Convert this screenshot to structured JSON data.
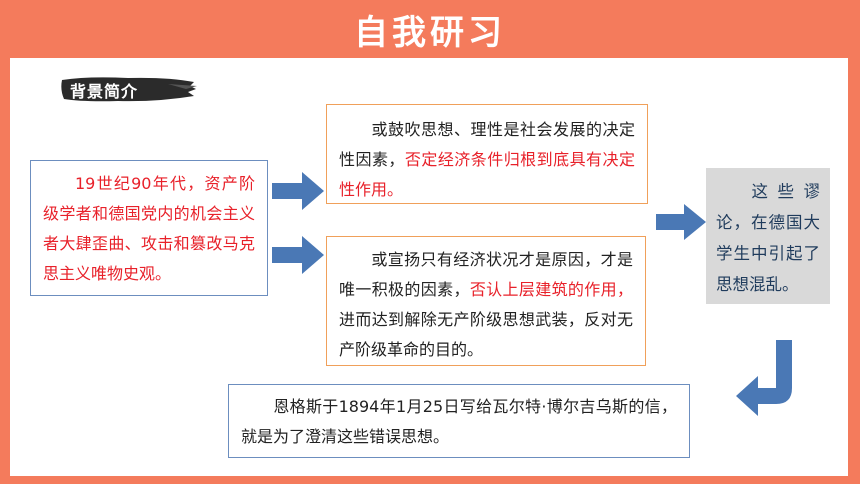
{
  "header": {
    "title": "自我研习"
  },
  "badge": {
    "label": "背景简介"
  },
  "left_box": {
    "text": "19世纪90年代，资产阶级学者和德国党内的机会主义者大肆歪曲、攻击和篡改马克思主义唯物史观。"
  },
  "top_box": {
    "text_before": "或鼓吹思想、理性是社会发展的决定性因素，",
    "text_highlight": "否定经济条件归根到底具有决定性作用。"
  },
  "middle_box": {
    "text_before": "或宣扬只有经济状况才是原因，才是唯一积极的因素，",
    "text_highlight": "否认上层建筑的作用，",
    "text_after": "进而达到解除无产阶级思想武装，反对无产阶级革命的目的。"
  },
  "right_box": {
    "text": "这些谬论，在德国大学生中引起了思想混乱。"
  },
  "bottom_box": {
    "text": "恩格斯于1894年1月25日写给瓦尔特·博尔吉乌斯的信，就是为了澄清这些错误思想。"
  },
  "colors": {
    "frame": "#f47b5c",
    "highlight": "#e8212a",
    "arrow": "#4a78b5",
    "blue_border": "#6c8ebf",
    "orange_border": "#f0a05a",
    "gray_box": "#d9d9d9"
  }
}
